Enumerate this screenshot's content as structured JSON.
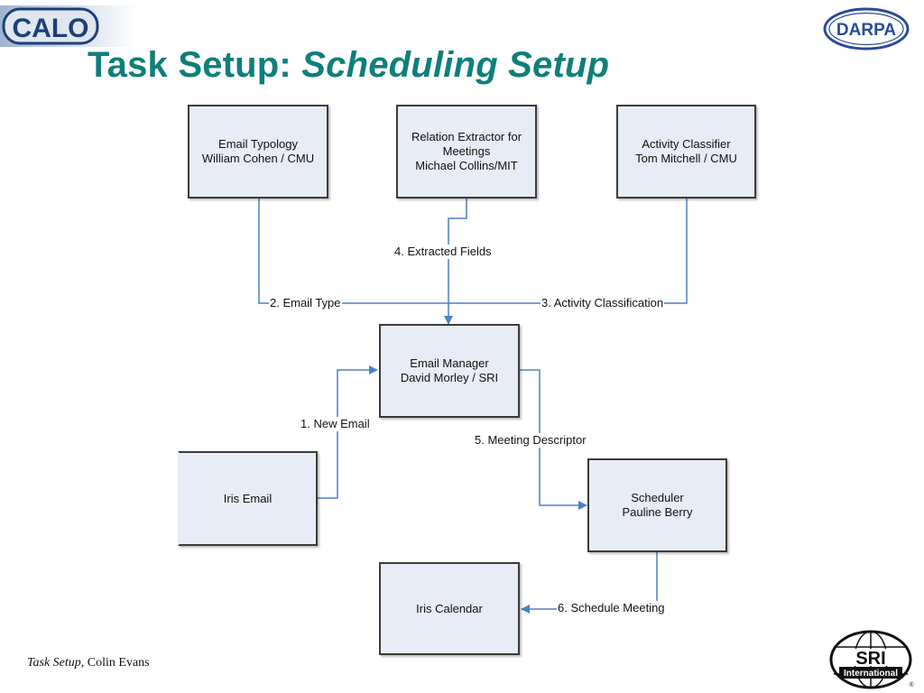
{
  "header": {
    "calo_logo_text": "CALO",
    "darpa_logo_text": "DARPA",
    "title_main": "Task Setup: ",
    "title_sub": "Scheduling Setup"
  },
  "nodes": {
    "email_typology": [
      "Email Typology",
      "William Cohen / CMU"
    ],
    "relation_extractor": [
      "Relation Extractor for",
      "Meetings",
      "Michael Collins/MIT"
    ],
    "activity_classifier": [
      "Activity Classifier",
      "Tom Mitchell / CMU"
    ],
    "email_manager": [
      "Email Manager",
      "David Morley / SRI"
    ],
    "iris_email": [
      "Iris Email"
    ],
    "scheduler": [
      "Scheduler",
      "Pauline Berry"
    ],
    "iris_calendar": [
      "Iris Calendar"
    ]
  },
  "edges": {
    "new_email": "1. New Email",
    "email_type": "2. Email Type",
    "activity_classification": "3. Activity Classification",
    "extracted_fields": "4. Extracted Fields",
    "meeting_descriptor": "5. Meeting Descriptor",
    "schedule_meeting": "6. Schedule Meeting"
  },
  "footer": {
    "title": "Task Setup",
    "author": ", Colin Evans",
    "sri_logo_text": "SRI",
    "sri_logo_sub": "International"
  },
  "colors": {
    "title": "#0f7f7a",
    "connector": "#4f7fc8",
    "box_fill": "#e8ecf6"
  }
}
